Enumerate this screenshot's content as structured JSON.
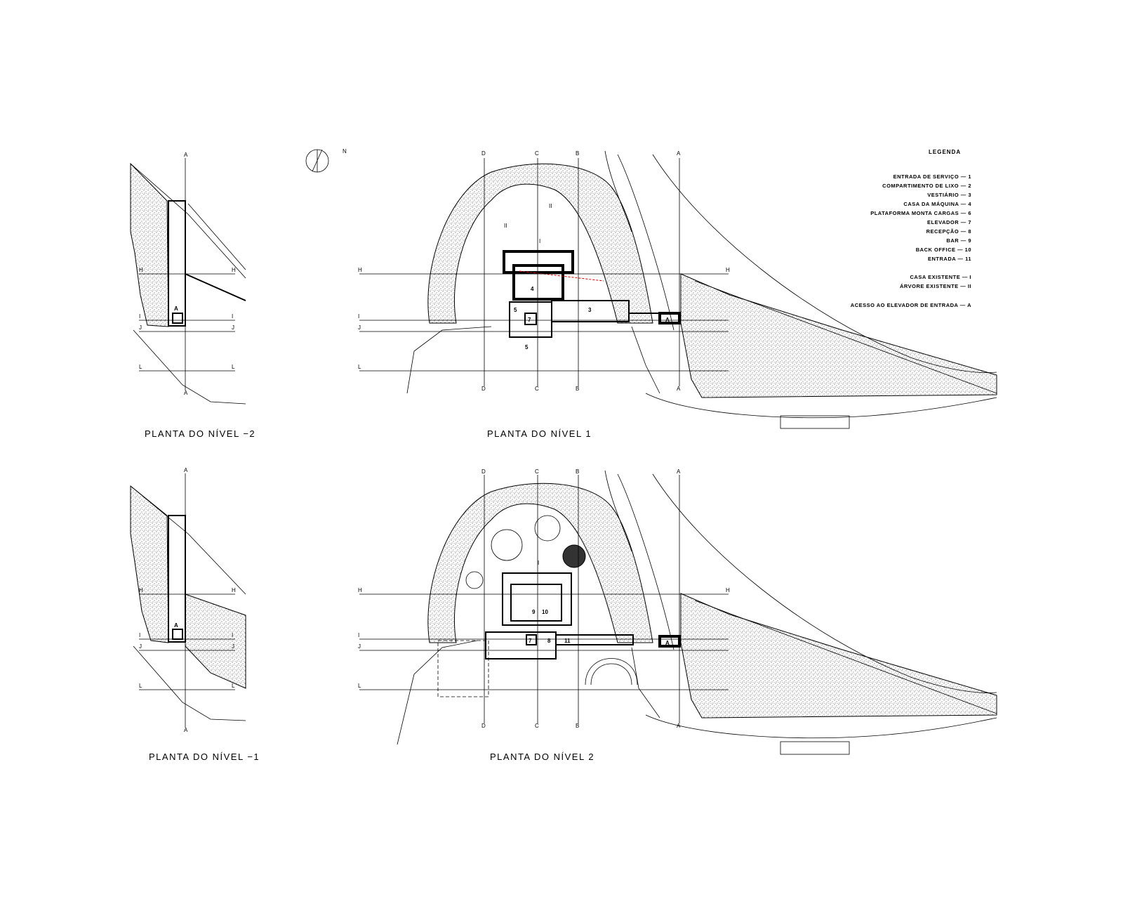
{
  "north": {
    "label": "N"
  },
  "plans": [
    {
      "title": "PLANTA DO NÍVEL −2"
    },
    {
      "title": "PLANTA DO NÍVEL 1"
    },
    {
      "title": "PLANTA DO NÍVEL −1"
    },
    {
      "title": "PLANTA DO NÍVEL 2"
    }
  ],
  "axes": {
    "vertical": [
      "D",
      "C",
      "B",
      "A"
    ],
    "horizontal": [
      "H",
      "I",
      "J",
      "L"
    ]
  },
  "legend": {
    "title": "LEGENDA",
    "items": [
      "ENTRADA DE SERVIÇO — 1",
      "COMPARTIMENTO DE LIXO — 2",
      "VESTIÁRIO — 3",
      "CASA DA MÁQUINA — 4",
      "PLATAFORMA MONTA CARGAS — 6",
      "ELEVADOR — 7",
      "RECEPÇÃO — 8",
      "BAR — 9",
      "BACK OFFICE — 10",
      "ENTRADA — 11",
      "CASA EXISTENTE — I",
      "ÁRVORE EXISTENTE — II",
      "ACESSO AO ELEVADOR DE ENTRADA — A"
    ]
  },
  "room_labels_l1": [
    "4",
    "5",
    "7",
    "3",
    "5"
  ],
  "room_labels_l2": [
    "9",
    "10",
    "7",
    "8",
    "11"
  ],
  "markers": {
    "elevator_access": "A",
    "existing_house": "I",
    "existing_tree": "II"
  }
}
